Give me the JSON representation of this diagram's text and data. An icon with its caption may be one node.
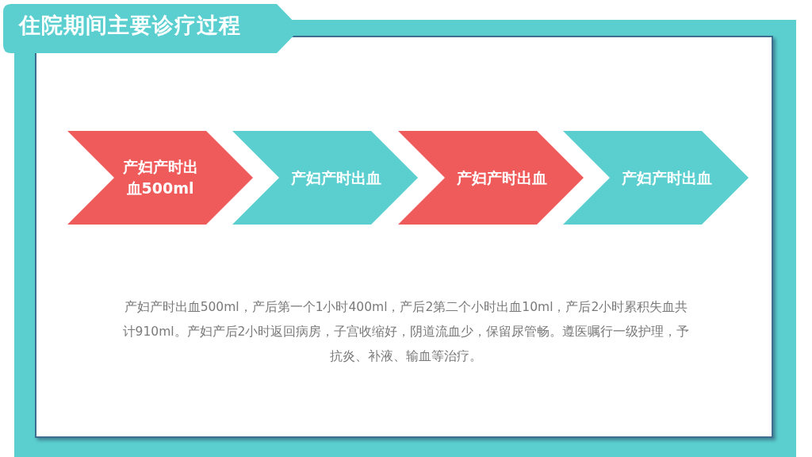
{
  "diagram": {
    "title": "住院期间主要诊疗过程",
    "nodes": [
      {
        "text": [
          "产妇产时出血500ml"
        ]
      },
      {
        "text": [
          "产妇产时出血"
        ]
      },
      {
        "text": [
          "产妇产时出血"
        ]
      },
      {
        "text": [
          "产妇产时出血"
        ]
      }
    ],
    "labels": [
      "产妇产时出血500ml，产后第一个1小时400ml，产后2第二个小时出血10ml，产后2小时累积失血共计910ml。产妇产后2小时返回病房，子宫收缩好，阴道流血少，保留尿管畅。遵医嘱行一级护理，予抗炎、补液、输血等治疗。"
    ]
  }
}
